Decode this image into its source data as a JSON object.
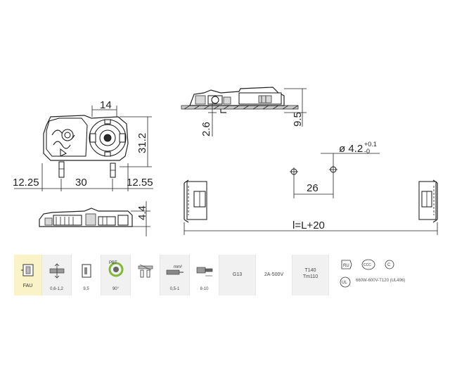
{
  "dimensions": {
    "top_width": "14",
    "height": "31.2",
    "left_overhang": "12.25",
    "pin_spacing": "30",
    "right_overhang": "12.55",
    "side_height": "4.4",
    "mount_offset": "2.6",
    "mount_height": "9.5",
    "hole_diameter": "ø 4.2",
    "tol_plus": "+0.1",
    "tol_minus": "-0",
    "hole_spacing": "26",
    "length": "l=L+20"
  },
  "specs": {
    "code": "FAU",
    "wire": "0,6-1,2",
    "thickness": "9,5",
    "pbt": "PBT",
    "rotation": "90°",
    "mm2_unit": "mm²",
    "cross_section": "0,5-1",
    "strip_length": "8-10",
    "base": "G13",
    "rating": "2A-500V",
    "temp_line1": "T140",
    "temp_line2": "Tm110",
    "ul_text": "660W-600V-T120 (UL496)",
    "cert_ccc": "CCC",
    "cert_ul": "UL",
    "cert_ru": "RU",
    "cert_c": "C"
  },
  "colors": {
    "highlight": "#fbf3c8",
    "pbt_green": "#7fb83a",
    "shade": "#f1f1f1"
  }
}
